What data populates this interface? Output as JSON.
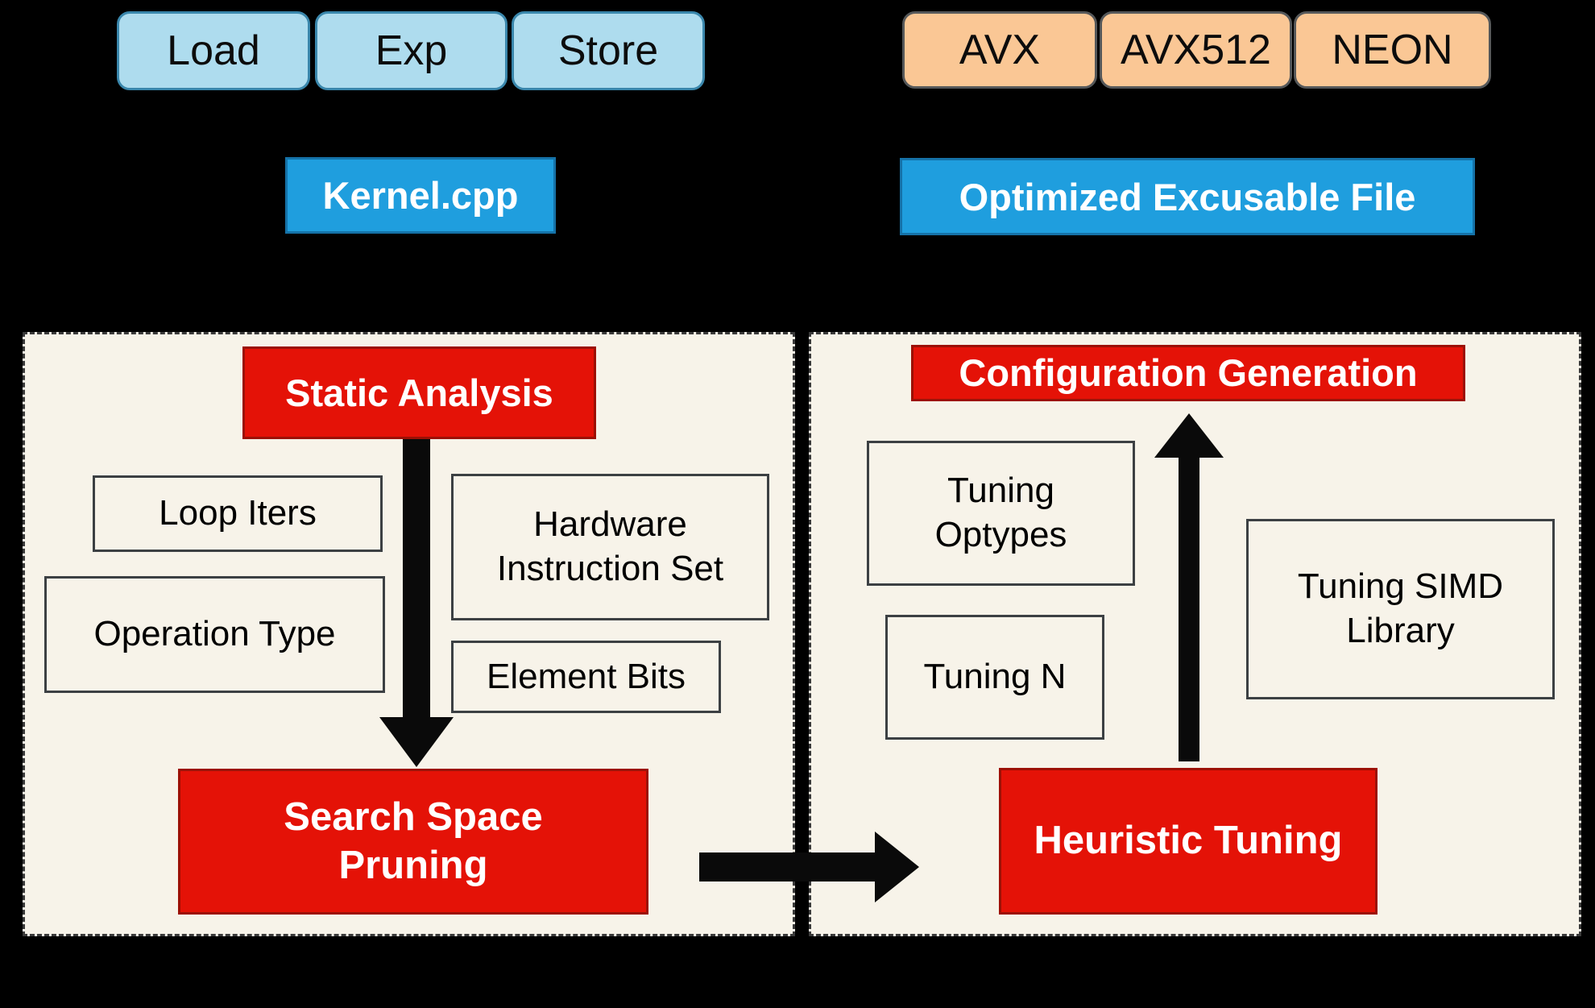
{
  "header": {
    "kernel_ops": [
      "Load",
      "Exp",
      "Store"
    ],
    "simd_targets": [
      "AVX",
      "AVX512",
      "NEON"
    ],
    "source_file": "Kernel.cpp",
    "output_file": "Optimized Excusable File"
  },
  "analysis_panel": {
    "title": "Static Analysis",
    "factors": [
      "Loop Iters",
      "Operation Type",
      "Hardware Instruction Set",
      "Element Bits"
    ],
    "result": "Search Space Pruning"
  },
  "tuning_panel": {
    "title": "Configuration Generation",
    "knobs": [
      "Tuning Optypes",
      "Tuning N",
      "Tuning SIMD Library"
    ],
    "result": "Heuristic Tuning"
  },
  "colors": {
    "background": "#000000",
    "panel_background": "#F7F3E9",
    "panel_border": "#3A3A3A",
    "token_blue_fill": "#AEDCEE",
    "token_blue_border": "#3A87AC",
    "token_orange_fill": "#FAC795",
    "token_orange_border": "#55585A",
    "file_box_blue": "#1F9EDE",
    "stage_red": "#E41207",
    "stage_red_border": "#9C1005",
    "arrow_black": "#0A0A0A"
  }
}
